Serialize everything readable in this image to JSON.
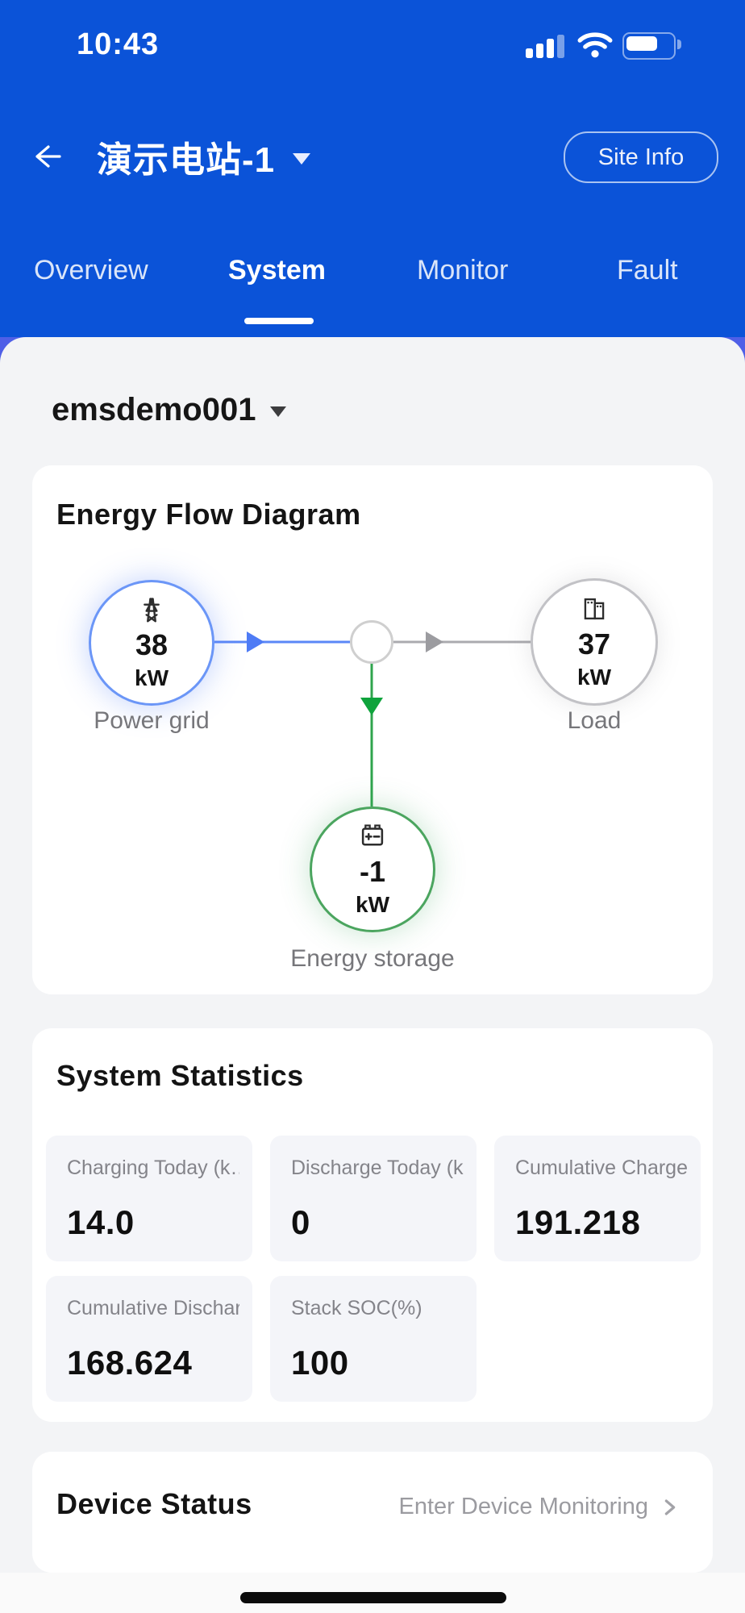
{
  "status_bar": {
    "time": "10:43"
  },
  "header": {
    "title": "演示电站-1",
    "site_info_label": "Site Info",
    "tabs": [
      {
        "label": "Overview",
        "active": false
      },
      {
        "label": "System",
        "active": true
      },
      {
        "label": "Monitor",
        "active": false
      },
      {
        "label": "Fault",
        "active": false
      }
    ]
  },
  "device_selector": {
    "label": "emsdemo001"
  },
  "energy_flow": {
    "title": "Energy Flow Diagram",
    "nodes": [
      {
        "id": "power-grid",
        "label": "Power grid",
        "value": "38",
        "unit": "kW"
      },
      {
        "id": "load",
        "label": "Load",
        "value": "37",
        "unit": "kW"
      },
      {
        "id": "energy-storage",
        "label": "Energy storage",
        "value": "-1",
        "unit": "kW"
      }
    ]
  },
  "system_statistics": {
    "title": "System Statistics",
    "stats": [
      {
        "label": "Charging Today (k…",
        "value": "14.0"
      },
      {
        "label": "Discharge Today (k…",
        "value": "0"
      },
      {
        "label": "Cumulative Charge…",
        "value": "191.218"
      },
      {
        "label": "Cumulative Dischar…",
        "value": "168.624"
      },
      {
        "label": "Stack SOC(%)",
        "value": "100"
      }
    ]
  },
  "device_status": {
    "title": "Device Status",
    "action_label": "Enter Device Monitoring"
  },
  "colors": {
    "header_blue": "#0B53D8",
    "under_sheet_blue": "#4F5FE7",
    "grid_flow_blue": "#5B87F7",
    "storage_flow_green": "#2FA44D",
    "load_flow_gray": "#ABABAF"
  }
}
